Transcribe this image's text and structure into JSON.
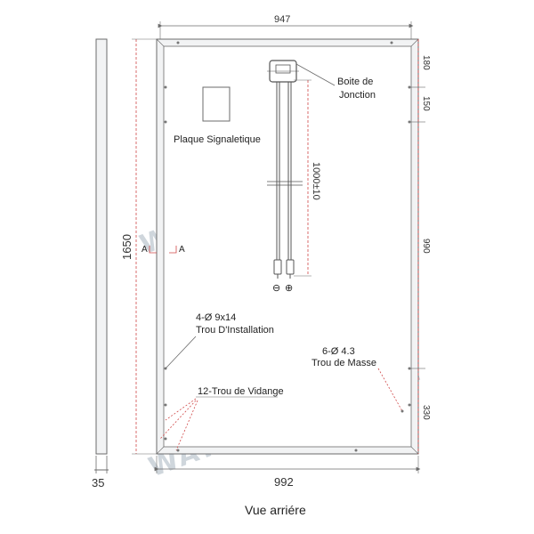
{
  "dimensions": {
    "top_width": "947",
    "bottom_width": "992",
    "height": "1650",
    "thickness": "35",
    "right_180": "180",
    "right_150": "150",
    "right_990": "990",
    "right_330": "330",
    "cable": "1000±10"
  },
  "labels": {
    "junction_box_line1": "Boite de",
    "junction_box_line2": "Jonction",
    "nameplate": "Plaque Signaletique",
    "install_holes_line1": "4-Ø 9x14",
    "install_holes_line2": "Trou D'Installation",
    "ground_holes_line1": "6-Ø 4.3",
    "ground_holes_line2": "Trou de Masse",
    "drain_holes": "12-Trou de Vidange",
    "section_a_left": "A",
    "section_a_right": "A",
    "minus": "⊖",
    "plus": "⊕"
  },
  "caption": "Vue arriére",
  "watermark": "WATTUNEED.COM",
  "colors": {
    "line": "#6b6b6b",
    "red_dim": "#d04848",
    "frame_fill": "#f2f3f4"
  }
}
